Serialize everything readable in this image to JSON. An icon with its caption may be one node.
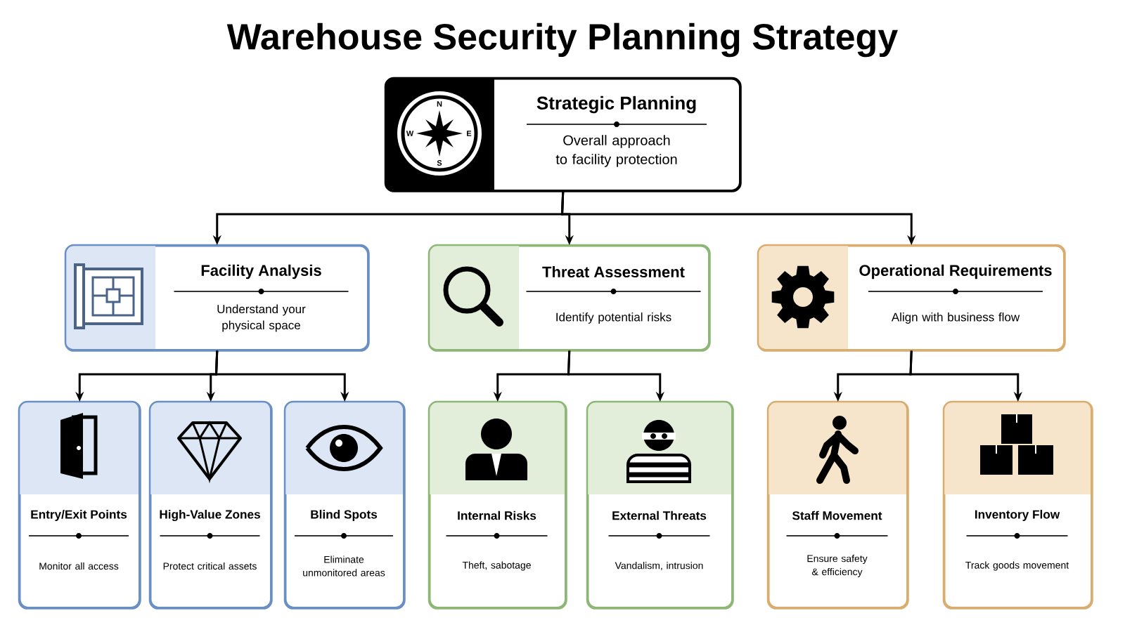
{
  "diagram": {
    "title": "Warehouse Security Planning Strategy",
    "nodes": [
      {
        "text": [
          "Strategic Planning",
          "Overall approach to facility protection"
        ]
      },
      {
        "text": [
          "Facility Analysis",
          "Understand your physical space"
        ]
      },
      {
        "text": [
          "Threat Assessment",
          "Identify potential risks"
        ]
      },
      {
        "text": [
          "Operational Requirements",
          "Align with business flow"
        ]
      },
      {
        "text": [
          "Entry/Exit Points",
          "Monitor all access"
        ]
      },
      {
        "text": [
          "High-Value Zones",
          "Protect critical assets"
        ]
      },
      {
        "text": [
          "Blind Spots",
          "Eliminate unmonitored areas"
        ]
      },
      {
        "text": [
          "Internal Risks",
          "Theft, sabotage"
        ]
      },
      {
        "text": [
          "External Threats",
          "Vandalism, intrusion"
        ]
      },
      {
        "text": [
          "Staff Movement",
          "Ensure safety & efficiency"
        ]
      },
      {
        "text": [
          "Inventory Flow",
          "Track goods movement"
        ]
      }
    ],
    "edges": [
      {
        "from": 0,
        "to": 1,
        "arrow": "to"
      },
      {
        "from": 0,
        "to": 2,
        "arrow": "to"
      },
      {
        "from": 0,
        "to": 3,
        "arrow": "to"
      },
      {
        "from": 1,
        "to": 4,
        "arrow": "to"
      },
      {
        "from": 1,
        "to": 5,
        "arrow": "to"
      },
      {
        "from": 1,
        "to": 6,
        "arrow": "to"
      },
      {
        "from": 2,
        "to": 7,
        "arrow": "to"
      },
      {
        "from": 2,
        "to": 8,
        "arrow": "to"
      },
      {
        "from": 3,
        "to": 9,
        "arrow": "to"
      },
      {
        "from": 3,
        "to": 10,
        "arrow": "to"
      }
    ],
    "labels": [
      "N",
      "W",
      "E",
      "S"
    ]
  }
}
